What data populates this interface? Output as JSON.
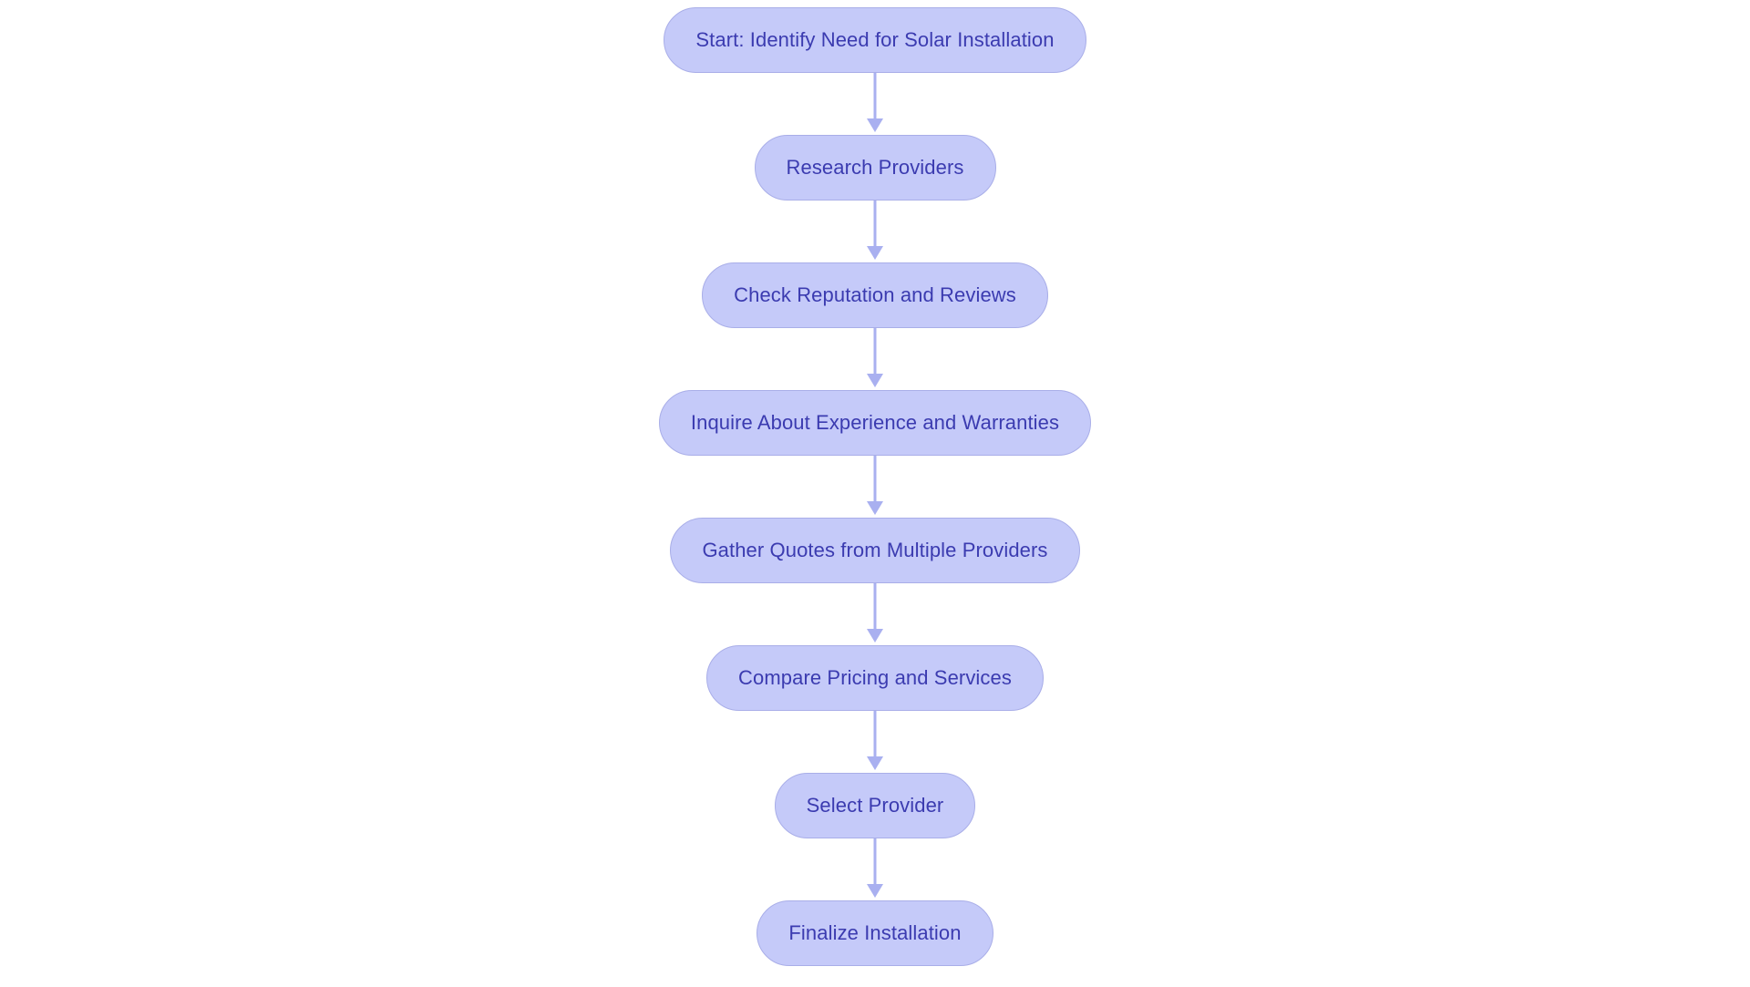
{
  "diagram": {
    "type": "flowchart",
    "orientation": "vertical-top-to-bottom",
    "background_color": "#ffffff",
    "node_fill_color": "#c5caf9",
    "node_border_color": "#a9aee8",
    "node_text_color": "#3b3bb0",
    "connector_color": "#a9b0f0",
    "nodes": [
      {
        "id": "start",
        "label": "Start: Identify Need for Solar Installation",
        "shape": "rounded-pill"
      },
      {
        "id": "research",
        "label": "Research Providers",
        "shape": "rounded-pill"
      },
      {
        "id": "reputation",
        "label": "Check Reputation and Reviews",
        "shape": "rounded-pill"
      },
      {
        "id": "inquire",
        "label": "Inquire About Experience and Warranties",
        "shape": "rounded-pill"
      },
      {
        "id": "quotes",
        "label": "Gather Quotes from Multiple Providers",
        "shape": "rounded-pill"
      },
      {
        "id": "compare",
        "label": "Compare Pricing and Services",
        "shape": "rounded-pill"
      },
      {
        "id": "select",
        "label": "Select Provider",
        "shape": "rounded-pill"
      },
      {
        "id": "finalize",
        "label": "Finalize Installation",
        "shape": "rounded-pill"
      }
    ],
    "edges": [
      {
        "from": "start",
        "to": "research",
        "label": "",
        "arrow": "down-arrow"
      },
      {
        "from": "research",
        "to": "reputation",
        "label": "",
        "arrow": "down-arrow"
      },
      {
        "from": "reputation",
        "to": "inquire",
        "label": "",
        "arrow": "down-arrow"
      },
      {
        "from": "inquire",
        "to": "quotes",
        "label": "",
        "arrow": "down-arrow"
      },
      {
        "from": "quotes",
        "to": "compare",
        "label": "",
        "arrow": "down-arrow"
      },
      {
        "from": "compare",
        "to": "select",
        "label": "",
        "arrow": "down-arrow"
      },
      {
        "from": "select",
        "to": "finalize",
        "label": "",
        "arrow": "down-arrow"
      }
    ]
  }
}
